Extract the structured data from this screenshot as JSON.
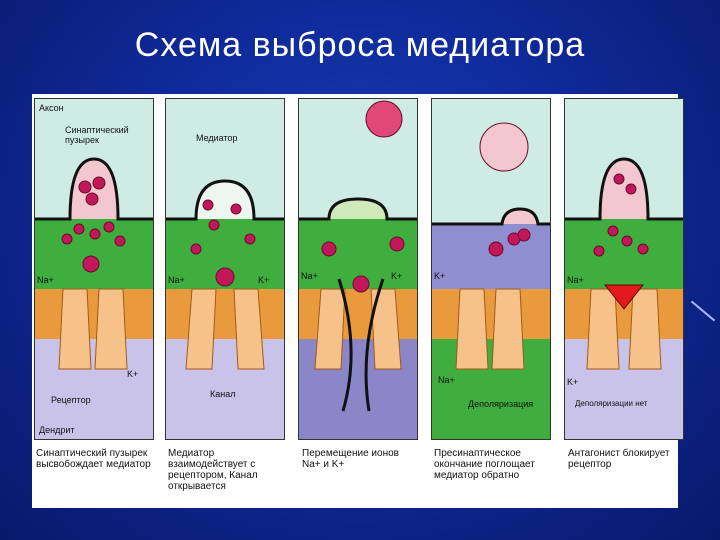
{
  "title": "Схема выброса медиатора",
  "labels": {
    "axon": "Аксон",
    "synaptic_vesicle": "Синаптический пузырек",
    "mediator": "Медиатор",
    "na": "Na+",
    "k": "K+",
    "receptor": "Рецептор",
    "dendrite": "Дендрит",
    "channel": "Канал",
    "depolarization": "Деполяризация",
    "no_depolarization": "Деполяризации нет"
  },
  "captions": [
    "Синаптический пузырек высвобождает медиатор",
    "Медиатор взаимодействует с рецептором, Канал открывается",
    "Перемещение ионов Na+ и K+",
    "Пресинаптическое окончание поглощает медиатор обратно",
    "Антагонист блокирует рецептор"
  ]
}
